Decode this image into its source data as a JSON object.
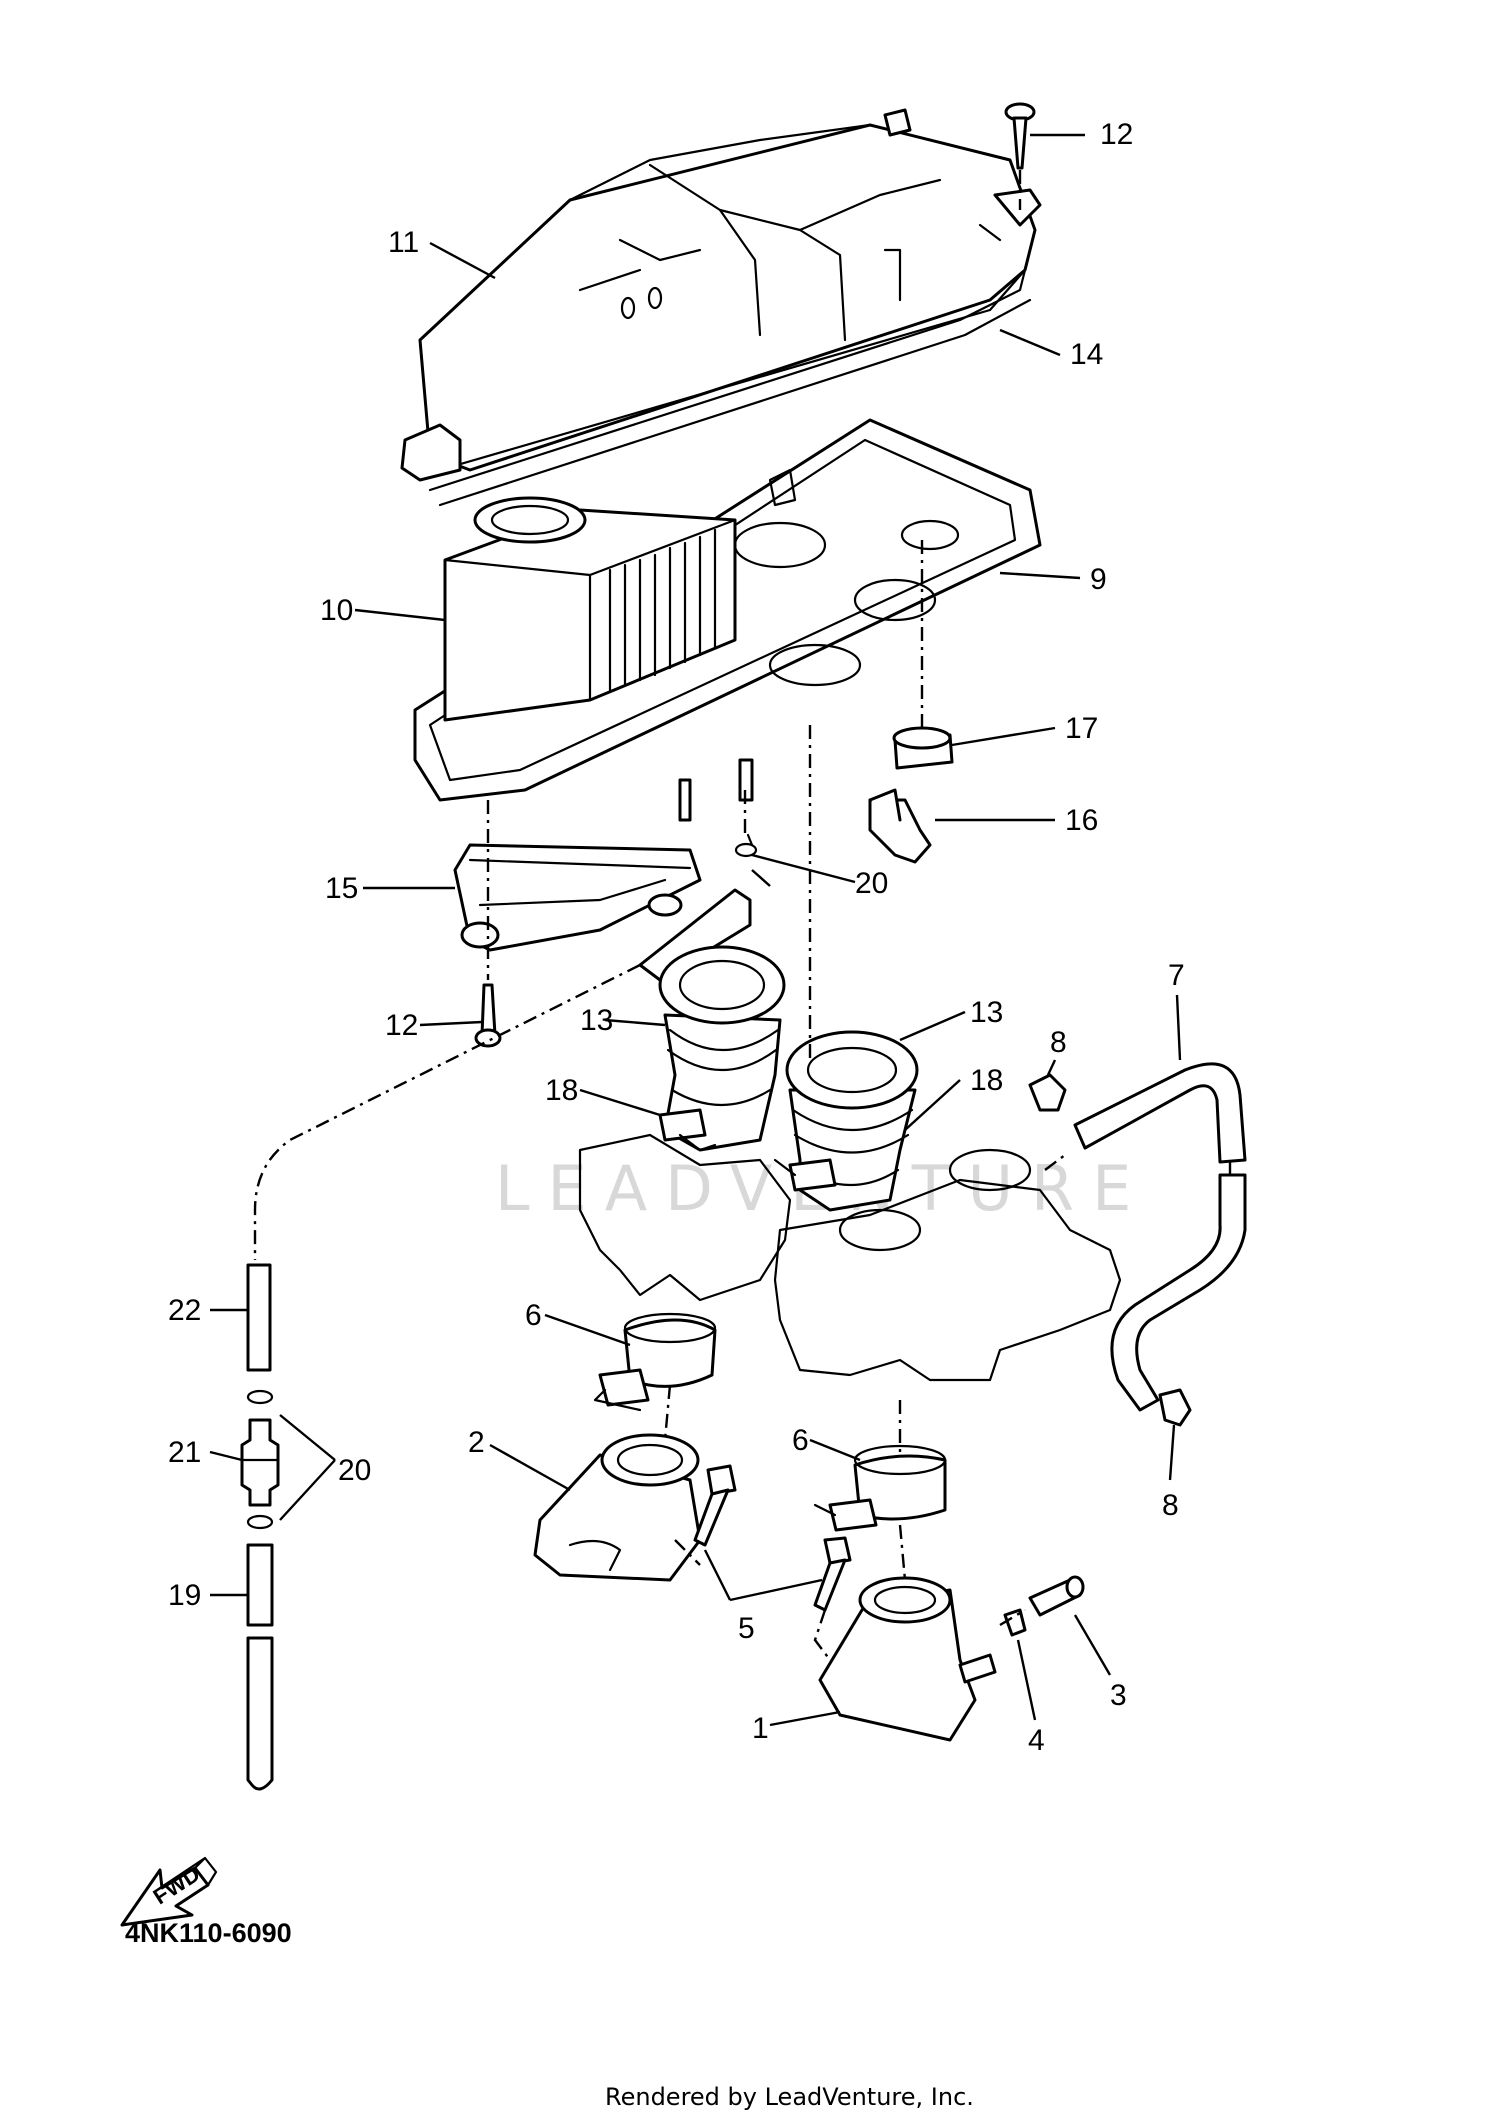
{
  "diagram": {
    "catalog_code": "4NK110-6090",
    "footer": "Rendered by LeadVenture, Inc.",
    "watermark": "LEADVENTURE",
    "direction_marker": "FWD",
    "callouts": {
      "c1": "1",
      "c2": "2",
      "c3": "3",
      "c4": "4",
      "c5": "5",
      "c6a": "6",
      "c6b": "6",
      "c7": "7",
      "c8a": "8",
      "c8b": "8",
      "c9": "9",
      "c10": "10",
      "c11": "11",
      "c12a": "12",
      "c12b": "12",
      "c13a": "13",
      "c13b": "13",
      "c14": "14",
      "c15": "15",
      "c16": "16",
      "c17": "17",
      "c18a": "18",
      "c18b": "18",
      "c19": "19",
      "c20a": "20",
      "c20b": "20",
      "c21": "21",
      "c22": "22"
    }
  }
}
